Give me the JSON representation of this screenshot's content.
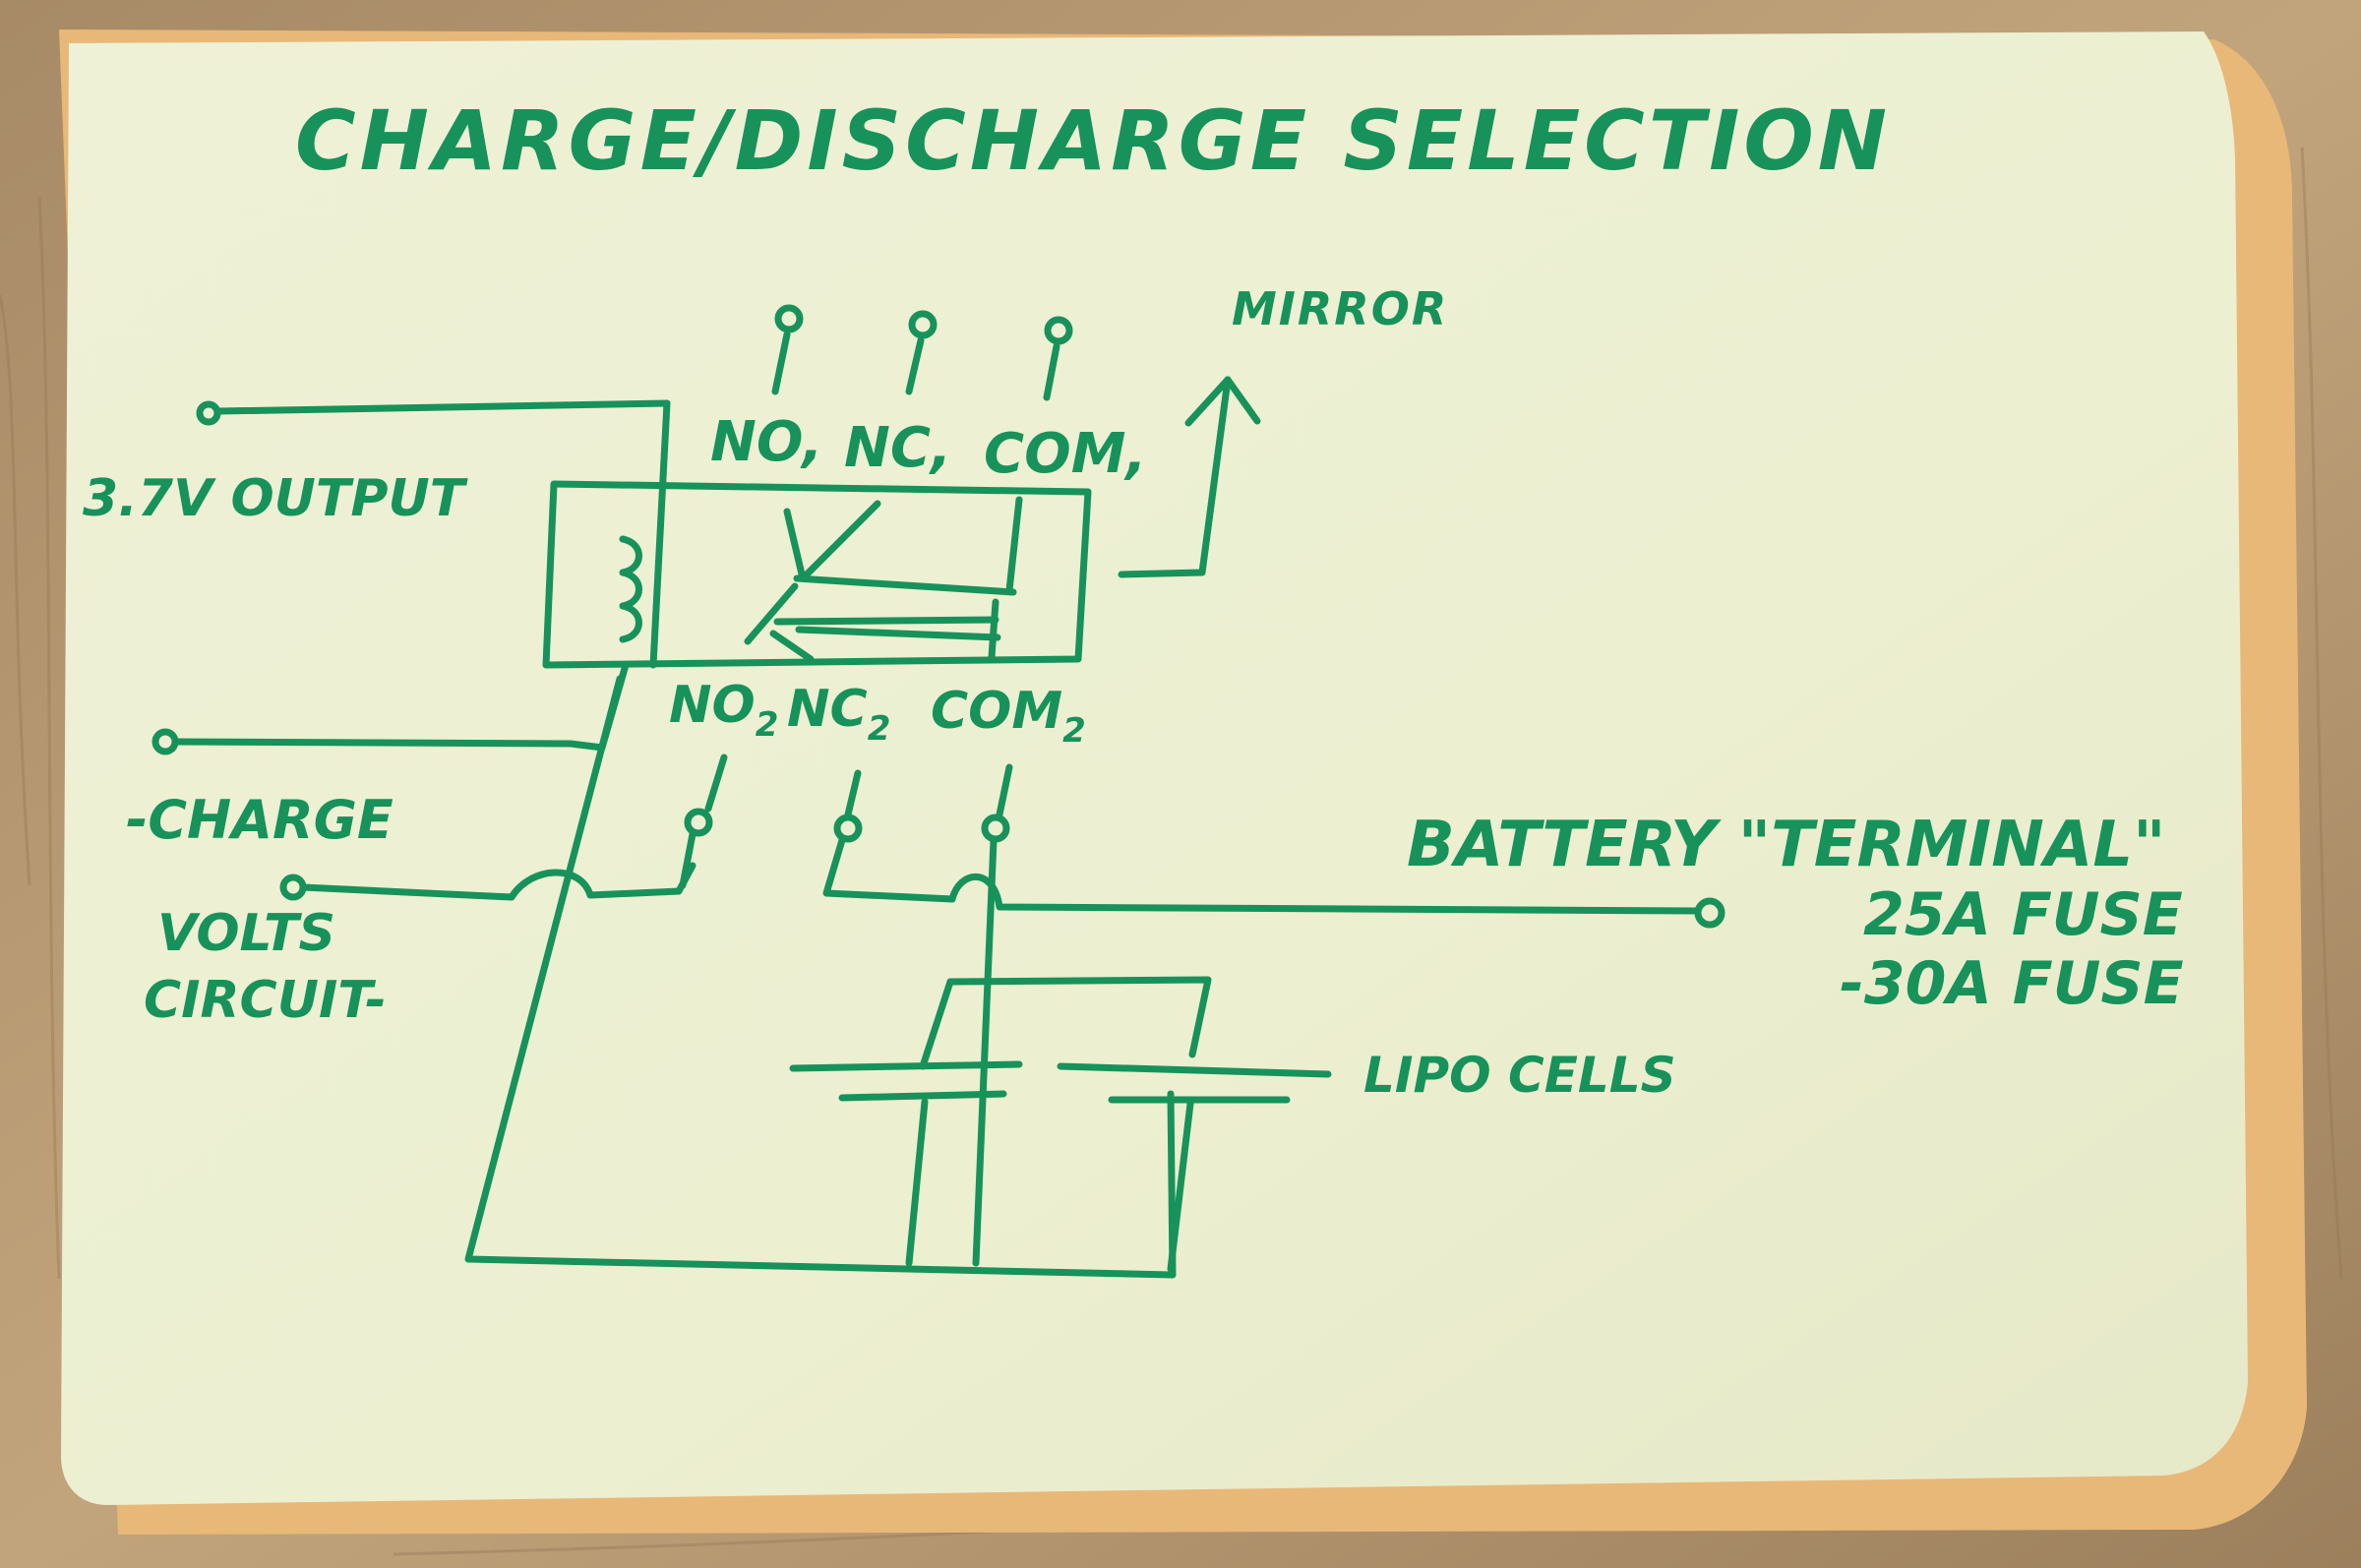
{
  "title": "CHARGE/DISCHARGE SELECTION",
  "mirror_label": "MIRROR",
  "relay": {
    "top_contacts": [
      "NO,",
      "NC,",
      "COM,"
    ],
    "bottom_contacts": [
      {
        "base": "NO",
        "sub": "2"
      },
      {
        "base": "NC",
        "sub": "2"
      },
      {
        "base": "COM",
        "sub": "2"
      }
    ]
  },
  "left_labels": {
    "output": "3.7V OUTPUT",
    "charge": "-CHARGE",
    "volts": "VOLTS",
    "circuit": "CIRCUIT-"
  },
  "battery": {
    "label": "BATTERY \"TERMINAL\"",
    "fuse_1": "25A FUSE",
    "fuse_2": "-30A FUSE"
  },
  "cells_label": "LIPO CELLS",
  "colors": {
    "ink": "#17925a",
    "paper": "#ecefd1",
    "wood": "#b59670"
  }
}
